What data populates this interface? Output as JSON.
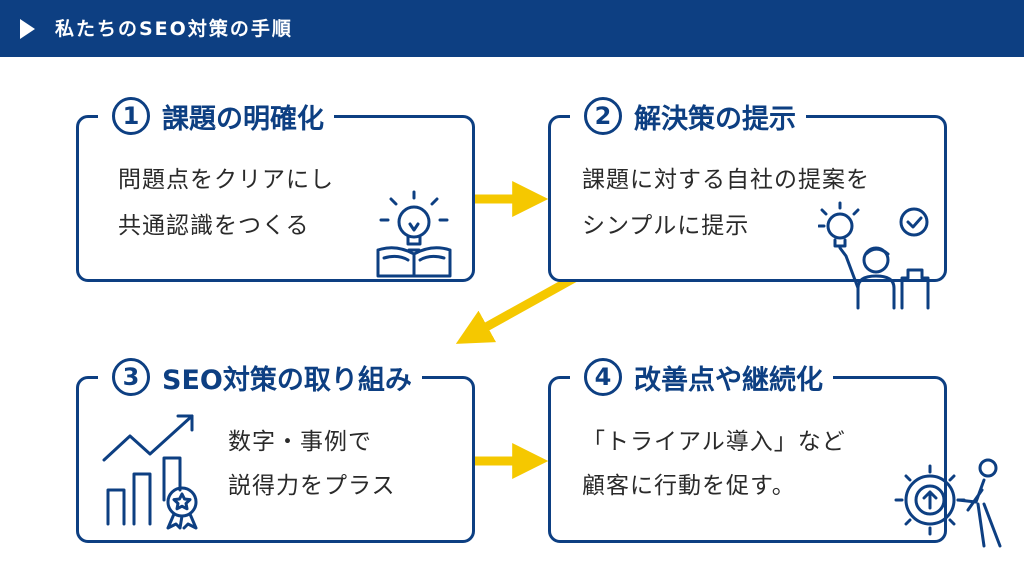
{
  "header": {
    "title": "私たちのSEO対策の手順"
  },
  "steps": [
    {
      "number": "1",
      "title": "課題の明確化",
      "lines": [
        "問題点をクリアにし",
        "共通認識をつくる"
      ],
      "icon": "lightbulb-book-icon"
    },
    {
      "number": "2",
      "title": "解決策の提示",
      "lines": [
        "課題に対する自社の提案を",
        "シンプルに提示"
      ],
      "icon": "person-idea-check-icon"
    },
    {
      "number": "3",
      "title": "SEO対策の取り組み",
      "lines": [
        "数字・事例で",
        "説得力をプラス"
      ],
      "icon": "growth-chart-award-icon"
    },
    {
      "number": "4",
      "title": "改善点や継続化",
      "lines": [
        "「トライアル導入」など",
        "顧客に行動を促す。"
      ],
      "icon": "gear-push-person-icon"
    }
  ],
  "colors": {
    "primary": "#0d3f82",
    "arrow": "#f5c800",
    "text": "#2a2a2a"
  }
}
